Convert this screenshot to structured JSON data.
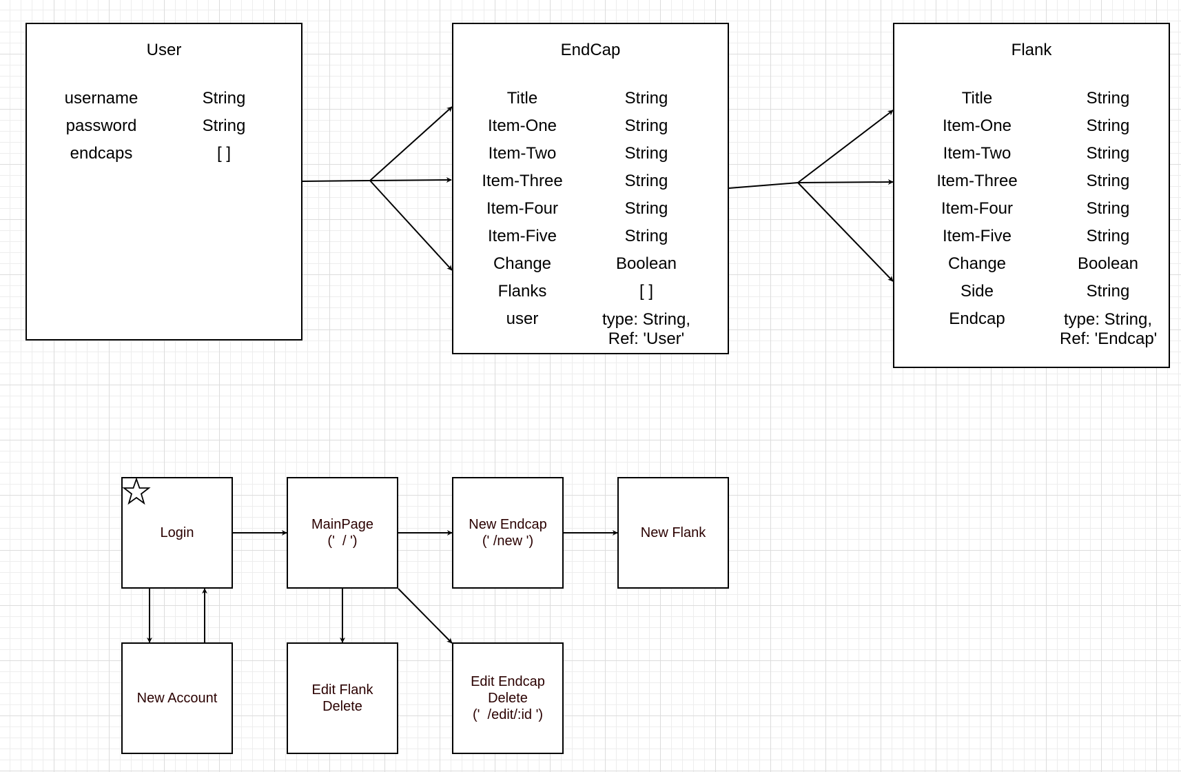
{
  "entities": {
    "user": {
      "title": "User",
      "fields": [
        {
          "name": "username",
          "type": "String"
        },
        {
          "name": "password",
          "type": "String"
        },
        {
          "name": "endcaps",
          "type": "[ ]"
        }
      ]
    },
    "endcap": {
      "title": "EndCap",
      "fields": [
        {
          "name": "Title",
          "type": "String"
        },
        {
          "name": "Item-One",
          "type": "String"
        },
        {
          "name": "Item-Two",
          "type": "String"
        },
        {
          "name": "Item-Three",
          "type": "String"
        },
        {
          "name": "Item-Four",
          "type": "String"
        },
        {
          "name": "Item-Five",
          "type": "String"
        },
        {
          "name": "Change",
          "type": "Boolean"
        },
        {
          "name": "Flanks",
          "type": "[ ]"
        },
        {
          "name": "user",
          "type": "type: String,\nRef: 'User'"
        }
      ]
    },
    "flank": {
      "title": "Flank",
      "fields": [
        {
          "name": "Title",
          "type": "String"
        },
        {
          "name": "Item-One",
          "type": "String"
        },
        {
          "name": "Item-Two",
          "type": "String"
        },
        {
          "name": "Item-Three",
          "type": "String"
        },
        {
          "name": "Item-Four",
          "type": "String"
        },
        {
          "name": "Item-Five",
          "type": "String"
        },
        {
          "name": "Change",
          "type": "Boolean"
        },
        {
          "name": "Side",
          "type": "String"
        },
        {
          "name": "Endcap",
          "type": "type: String,\nRef: 'Endcap'"
        }
      ]
    }
  },
  "routes": {
    "login": "Login",
    "mainpage": "MainPage\n('  / ')",
    "new_endcap": "New Endcap\n(' /new ')",
    "new_flank": "New Flank",
    "new_account": "New Account",
    "edit_flank": "Edit Flank\nDelete",
    "edit_endcap": "Edit Endcap\nDelete\n('  /edit/:id ')"
  },
  "colors": {
    "line": "#000000",
    "node_text": "#2a0000",
    "grid": "#dcdcdc"
  }
}
